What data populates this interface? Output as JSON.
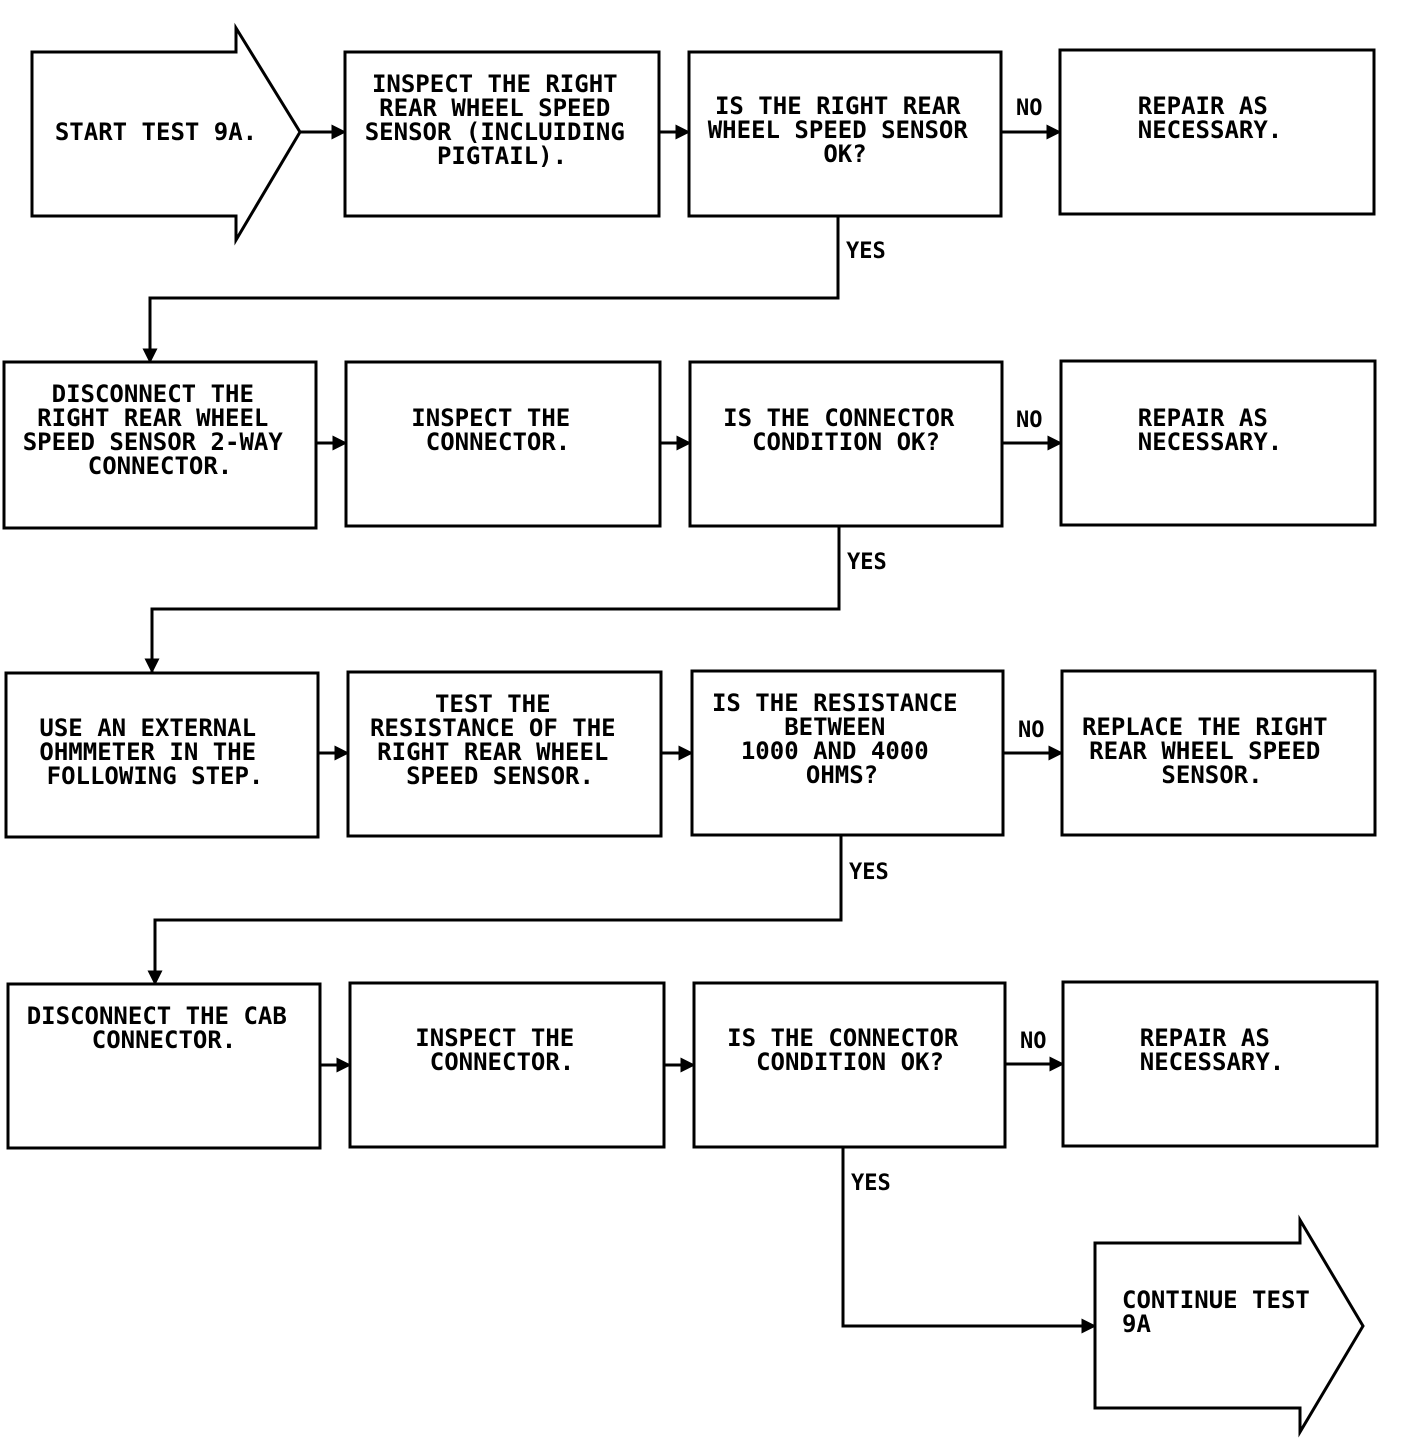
{
  "flowchart": {
    "start": {
      "text": [
        "START TEST 9A."
      ]
    },
    "end": {
      "text": [
        "CONTINUE TEST",
        "9A"
      ]
    },
    "rows": [
      {
        "action": [
          "INSPECT THE RIGHT",
          "REAR WHEEL SPEED",
          "SENSOR (INCLUIDING",
          "PIGTAIL)."
        ],
        "question": [
          "IS THE RIGHT REAR",
          "WHEEL SPEED SENSOR",
          "OK?"
        ],
        "no_label": "NO",
        "no_result": [
          "REPAIR AS",
          "NECESSARY."
        ],
        "yes_label": "YES"
      },
      {
        "pre": [
          "DISCONNECT THE",
          "RIGHT REAR WHEEL",
          "SPEED SENSOR 2-WAY",
          "CONNECTOR."
        ],
        "action": [
          "INSPECT THE",
          "CONNECTOR."
        ],
        "question": [
          "IS THE CONNECTOR",
          "CONDITION OK?"
        ],
        "no_label": "NO",
        "no_result": [
          "REPAIR AS",
          "NECESSARY."
        ],
        "yes_label": "YES"
      },
      {
        "pre": [
          "USE AN EXTERNAL",
          "OHMMETER IN THE",
          "FOLLOWING STEP."
        ],
        "action": [
          "TEST THE",
          "RESISTANCE OF THE",
          "RIGHT REAR WHEEL",
          "SPEED SENSOR."
        ],
        "question": [
          "IS THE RESISTANCE",
          "BETWEEN",
          "1000 AND 4000",
          "OHMS?"
        ],
        "no_label": "NO",
        "no_result": [
          "REPLACE THE RIGHT",
          "REAR WHEEL SPEED",
          "SENSOR."
        ],
        "yes_label": "YES"
      },
      {
        "pre": [
          "DISCONNECT THE CAB",
          "CONNECTOR."
        ],
        "action": [
          "INSPECT THE",
          "CONNECTOR."
        ],
        "question": [
          "IS THE CONNECTOR",
          "CONDITION OK?"
        ],
        "no_label": "NO",
        "no_result": [
          "REPAIR AS",
          "NECESSARY."
        ],
        "yes_label": "YES"
      }
    ]
  }
}
